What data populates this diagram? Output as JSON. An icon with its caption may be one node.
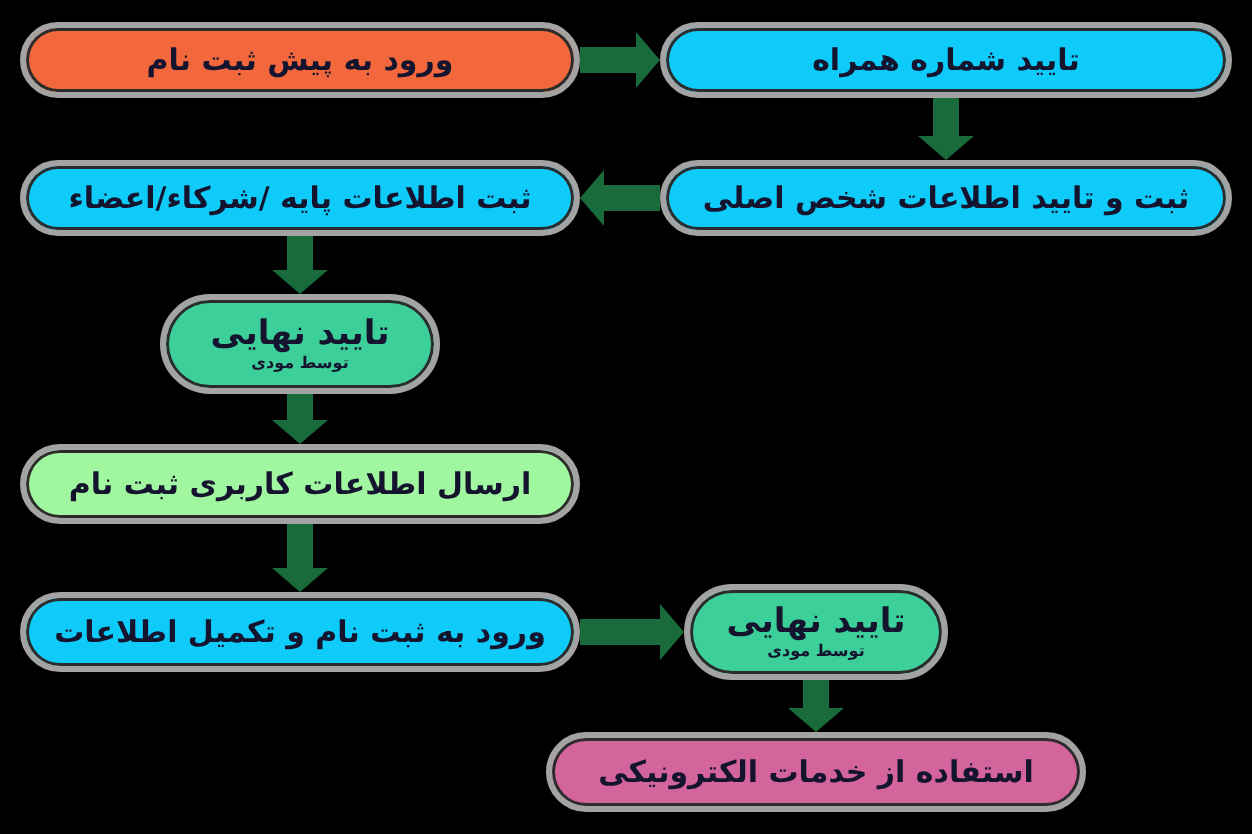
{
  "diagram": {
    "nodes": [
      {
        "text": [
          "ورود به پیش ثبت نام"
        ]
      },
      {
        "text": [
          "تایید شماره همراه"
        ]
      },
      {
        "text": [
          "ثبت و تایید اطلاعات شخص اصلی"
        ]
      },
      {
        "text": [
          "ثبت اطلاعات پایه /شرکاء/اعضاء"
        ]
      },
      {
        "text": [
          "تایید نهایی",
          "توسط مودی"
        ]
      },
      {
        "text": [
          "ارسال اطلاعات کاربری ثبت نام"
        ]
      },
      {
        "text": [
          "ورود به ثبت نام و تکمیل اطلاعات"
        ]
      },
      {
        "text": [
          "تایید نهایی",
          "توسط مودی"
        ]
      },
      {
        "text": [
          "استفاده از خدمات الکترونیکی"
        ]
      }
    ],
    "edges": [
      {
        "from": 0,
        "to": 1,
        "arrow": "to"
      },
      {
        "from": 1,
        "to": 2,
        "arrow": "to"
      },
      {
        "from": 2,
        "to": 3,
        "arrow": "to"
      },
      {
        "from": 3,
        "to": 4,
        "arrow": "to"
      },
      {
        "from": 4,
        "to": 5,
        "arrow": "to"
      },
      {
        "from": 5,
        "to": 6,
        "arrow": "to"
      },
      {
        "from": 6,
        "to": 7,
        "arrow": "to"
      },
      {
        "from": 7,
        "to": 8,
        "arrow": "to"
      }
    ]
  }
}
